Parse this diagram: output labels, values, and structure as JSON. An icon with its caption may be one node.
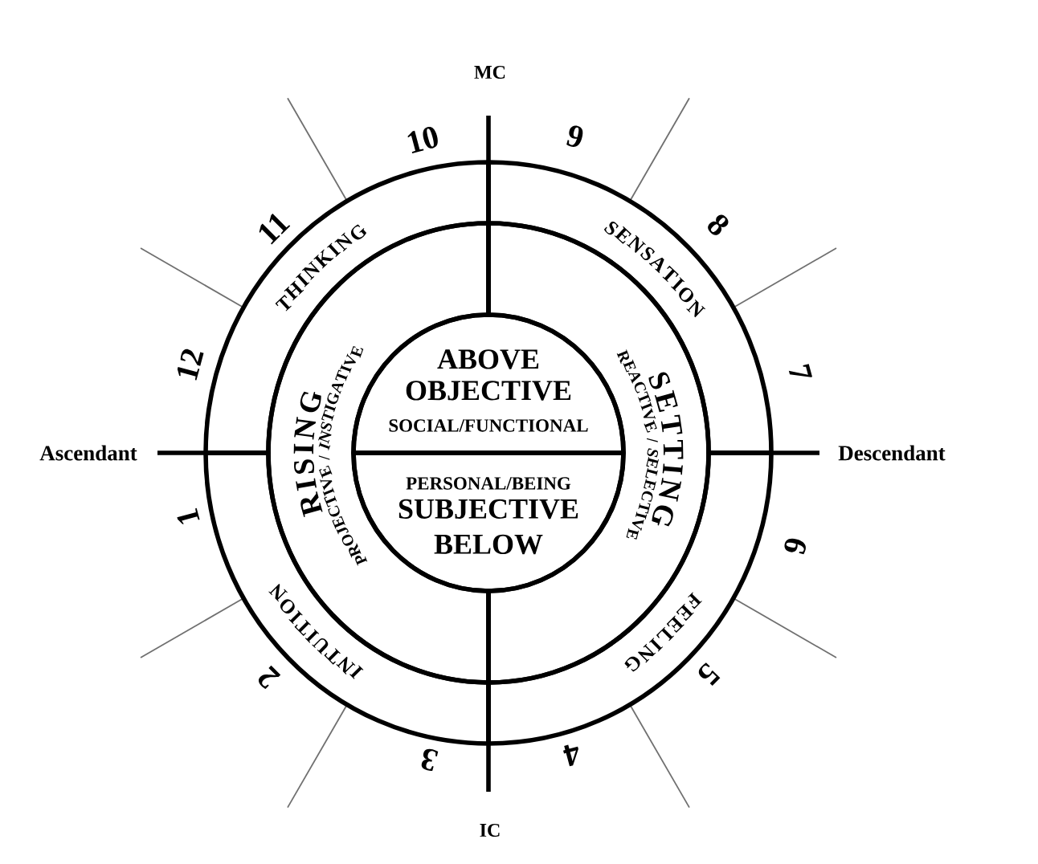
{
  "diagram": {
    "nodes": [
      {
        "text": [
          "THINKING"
        ]
      },
      {
        "text": [
          "SENSATION"
        ]
      },
      {
        "text": [
          "RISING",
          "PROJECTIVE / INSTIGATIVE"
        ]
      },
      {
        "text": [
          "ABOVE OBJECTIVE",
          "SOCIAL/FUNCTIONAL"
        ]
      },
      {
        "text": [
          "PERSONAL/BEING",
          "SUBJECTIVE BELOW"
        ]
      },
      {
        "text": [
          "SETTING",
          "REACTIVE / SELECTIVE"
        ]
      },
      {
        "text": [
          "INTUITION"
        ]
      },
      {
        "text": [
          "FEELING"
        ]
      }
    ],
    "labels": [
      "MC",
      "10",
      "9",
      "11",
      "8",
      "12",
      "7",
      "Ascendant",
      "Descendant",
      "1",
      "6",
      "2",
      "5",
      "3",
      "4",
      "IC"
    ]
  }
}
